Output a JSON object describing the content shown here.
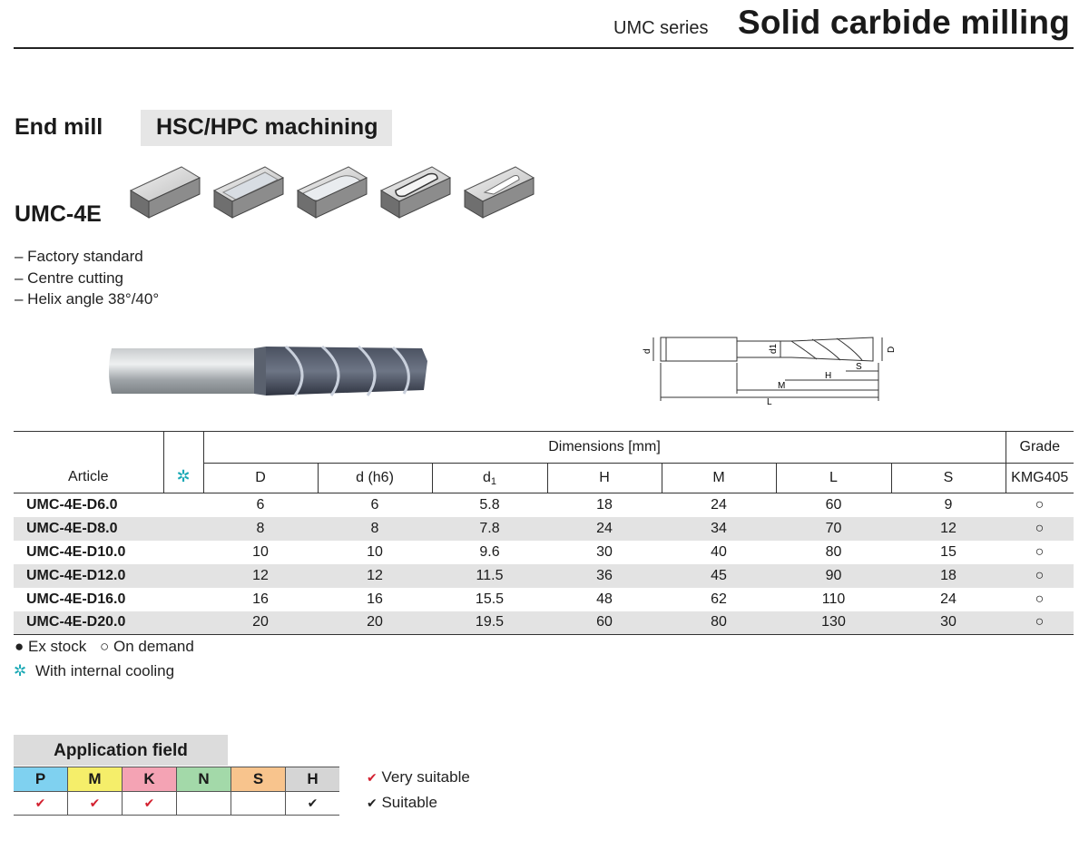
{
  "header": {
    "series": "UMC series",
    "title": "Solid carbide milling"
  },
  "product": {
    "type": "End mill",
    "machining": "HSC/HPC machining",
    "model": "UMC-4E",
    "features": [
      "– Factory standard",
      "– Centre cutting",
      "– Helix angle 38°/40°"
    ]
  },
  "drawing_labels": {
    "d": "d",
    "d1": "d1",
    "D": "D",
    "H": "H",
    "S": "S",
    "M": "M",
    "L": "L"
  },
  "table": {
    "article_header": "Article",
    "dimensions_header": "Dimensions [mm]",
    "grade_header": "Grade",
    "grade_name": "KMG405",
    "cooling_symbol": "✲",
    "columns": [
      "D",
      "d (h6)",
      "d",
      "H",
      "M",
      "L",
      "S"
    ],
    "d1_sub": "1",
    "rows": [
      {
        "article": "UMC-4E-D6.0",
        "D": "6",
        "d": "6",
        "d1": "5.8",
        "H": "18",
        "M": "24",
        "L": "60",
        "S": "9",
        "grade": "○"
      },
      {
        "article": "UMC-4E-D8.0",
        "D": "8",
        "d": "8",
        "d1": "7.8",
        "H": "24",
        "M": "34",
        "L": "70",
        "S": "12",
        "grade": "○"
      },
      {
        "article": "UMC-4E-D10.0",
        "D": "10",
        "d": "10",
        "d1": "9.6",
        "H": "30",
        "M": "40",
        "L": "80",
        "S": "15",
        "grade": "○"
      },
      {
        "article": "UMC-4E-D12.0",
        "D": "12",
        "d": "12",
        "d1": "11.5",
        "H": "36",
        "M": "45",
        "L": "90",
        "S": "18",
        "grade": "○"
      },
      {
        "article": "UMC-4E-D16.0",
        "D": "16",
        "d": "16",
        "d1": "15.5",
        "H": "48",
        "M": "62",
        "L": "110",
        "S": "24",
        "grade": "○"
      },
      {
        "article": "UMC-4E-D20.0",
        "D": "20",
        "d": "20",
        "d1": "19.5",
        "H": "60",
        "M": "80",
        "L": "130",
        "S": "30",
        "grade": "○"
      }
    ]
  },
  "legend": {
    "ex_stock": "● Ex stock",
    "on_demand": "○ On demand",
    "cooling_symbol": "✲",
    "cooling": "With internal cooling"
  },
  "application": {
    "title": "Application field",
    "codes": [
      {
        "code": "P",
        "color": "#7fd1f0",
        "mark": "✔",
        "mark_color": "#d3202f"
      },
      {
        "code": "M",
        "color": "#f5ee6a",
        "mark": "✔",
        "mark_color": "#d3202f"
      },
      {
        "code": "K",
        "color": "#f4a3b4",
        "mark": "✔",
        "mark_color": "#d3202f"
      },
      {
        "code": "N",
        "color": "#a3d9a9",
        "mark": "",
        "mark_color": ""
      },
      {
        "code": "S",
        "color": "#f8c48d",
        "mark": "",
        "mark_color": ""
      },
      {
        "code": "H",
        "color": "#d5d5d5",
        "mark": "✔",
        "mark_color": "#222222"
      }
    ],
    "legend_very": "Very suitable",
    "legend_suitable": "Suitable",
    "check_symbol": "✔"
  }
}
